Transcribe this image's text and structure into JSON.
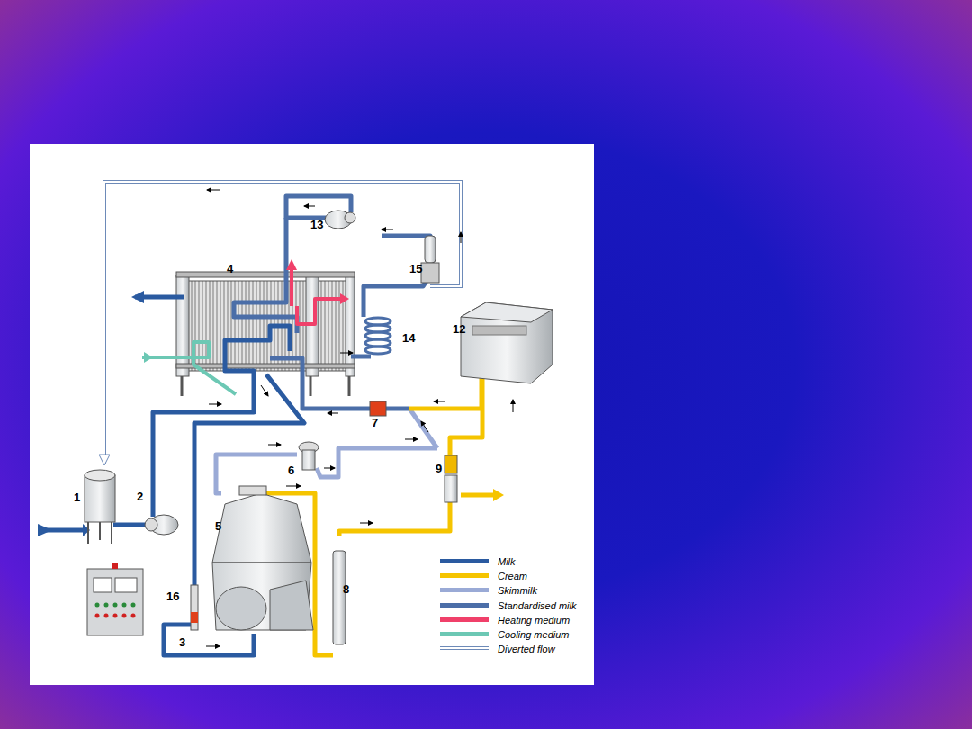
{
  "diagram": {
    "labels": [
      "4",
      "13",
      "15",
      "12",
      "14",
      "7",
      "6",
      "9",
      "2",
      "1",
      "5",
      "8",
      "16",
      "3"
    ],
    "legend": [
      {
        "text": "Milk",
        "color": "#2a5aa0"
      },
      {
        "text": "Cream",
        "color": "#f5c400"
      },
      {
        "text": "Skimmilk",
        "color": "#9aaad6"
      },
      {
        "text": "Standardised milk",
        "color": "#4b6ea8"
      },
      {
        "text": "Heating medium",
        "color": "#f0406a"
      },
      {
        "text": "Cooling medium",
        "color": "#6cc8b4"
      },
      {
        "text": "Diverted flow"
      }
    ]
  }
}
